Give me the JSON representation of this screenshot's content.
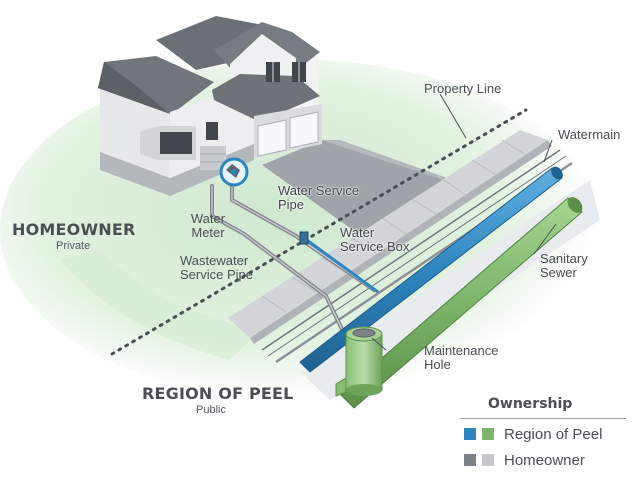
{
  "labels": {
    "property_line": "Property Line",
    "watermain": "Watermain",
    "water_service_pipe": "Water Service\nPipe",
    "water_meter": "Water\nMeter",
    "water_service_box": "Water\nService Box",
    "wastewater_service_pipe": "Wastewater\nService Pipe",
    "sanitary_sewer": "Sanitary\nSewer",
    "maintenance_hole": "Maintenance\nHole"
  },
  "zones": {
    "homeowner": {
      "title": "HOMEOWNER",
      "subtitle": "Private"
    },
    "region": {
      "title": "REGION OF PEEL",
      "subtitle": "Public"
    }
  },
  "legend": {
    "title": "Ownership",
    "items": [
      {
        "label": "Region of Peel",
        "colors": [
          "#2e86c1",
          "#7cb56a"
        ]
      },
      {
        "label": "Homeowner",
        "colors": [
          "#7d8389",
          "#c5c8cc"
        ]
      }
    ]
  },
  "colors": {
    "water_pipe": "#2e86c1",
    "sewer_pipe": "#7cb56a",
    "homeowner_gray": "#7d8389",
    "homeowner_light": "#c5c8cc",
    "lawn": "#dcefdc",
    "text": "#4a4f54"
  }
}
